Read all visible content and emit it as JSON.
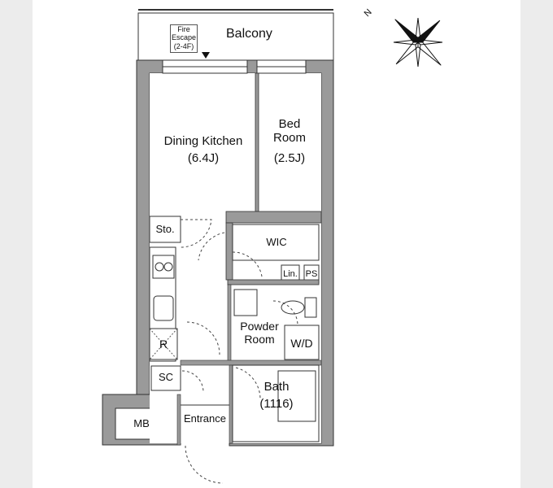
{
  "colors": {
    "wall": "#9a9a9a",
    "line": "#333333",
    "background": "#ececec",
    "paper": "#ffffff"
  },
  "labels": {
    "balcony": "Balcony",
    "fire_escape": "Fire\nEscape\n(2-4F)",
    "dining_kitchen": "Dining Kitchen",
    "dining_kitchen_size": "(6.4J)",
    "bed_room": "Bed\nRoom",
    "bed_room_size": "(2.5J)",
    "storage": "Sto.",
    "wic": "WIC",
    "linen": "Lin.",
    "ps": "PS",
    "powder_room": "Powder\nRoom",
    "washer_dryer": "W/D",
    "refrigerator": "R",
    "shoe_cabinet": "SC",
    "bath": "Bath",
    "bath_size": "(1116)",
    "entrance": "Entrance",
    "meter_box": "MB"
  },
  "icons": {
    "compass": "compass-rose-icon",
    "compass_north": "N"
  }
}
